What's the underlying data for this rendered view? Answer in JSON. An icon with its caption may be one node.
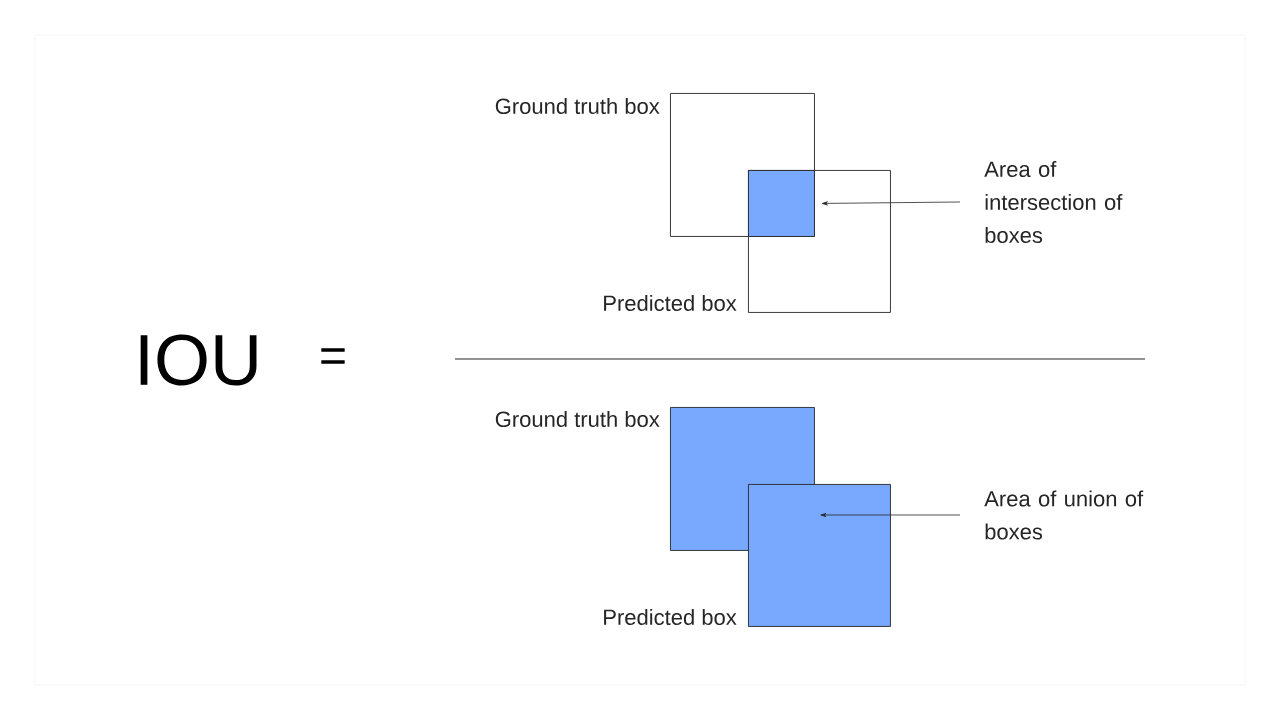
{
  "diagram": {
    "nodes": [
      {
        "text": [],
        "shape": "box",
        "beside": [
          "Ground truth box"
        ]
      },
      {
        "text": [],
        "shape": "box",
        "beside": [
          "Predicted box"
        ]
      },
      {
        "text": [],
        "shape": "box"
      },
      {
        "text": [
          "Area of intersection of boxes"
        ]
      },
      {
        "text": [],
        "shape": "box",
        "beside": [
          "Ground truth box"
        ]
      },
      {
        "text": [],
        "shape": "box",
        "beside": [
          "Predicted box"
        ]
      },
      {
        "text": [
          "Area of union of boxes"
        ]
      }
    ],
    "edges": [
      {
        "from": 3,
        "to": 2,
        "arrow": "to"
      },
      {
        "from": 6,
        "to": 5,
        "arrow": "to"
      }
    ],
    "labels": [
      "IOU",
      "="
    ]
  }
}
